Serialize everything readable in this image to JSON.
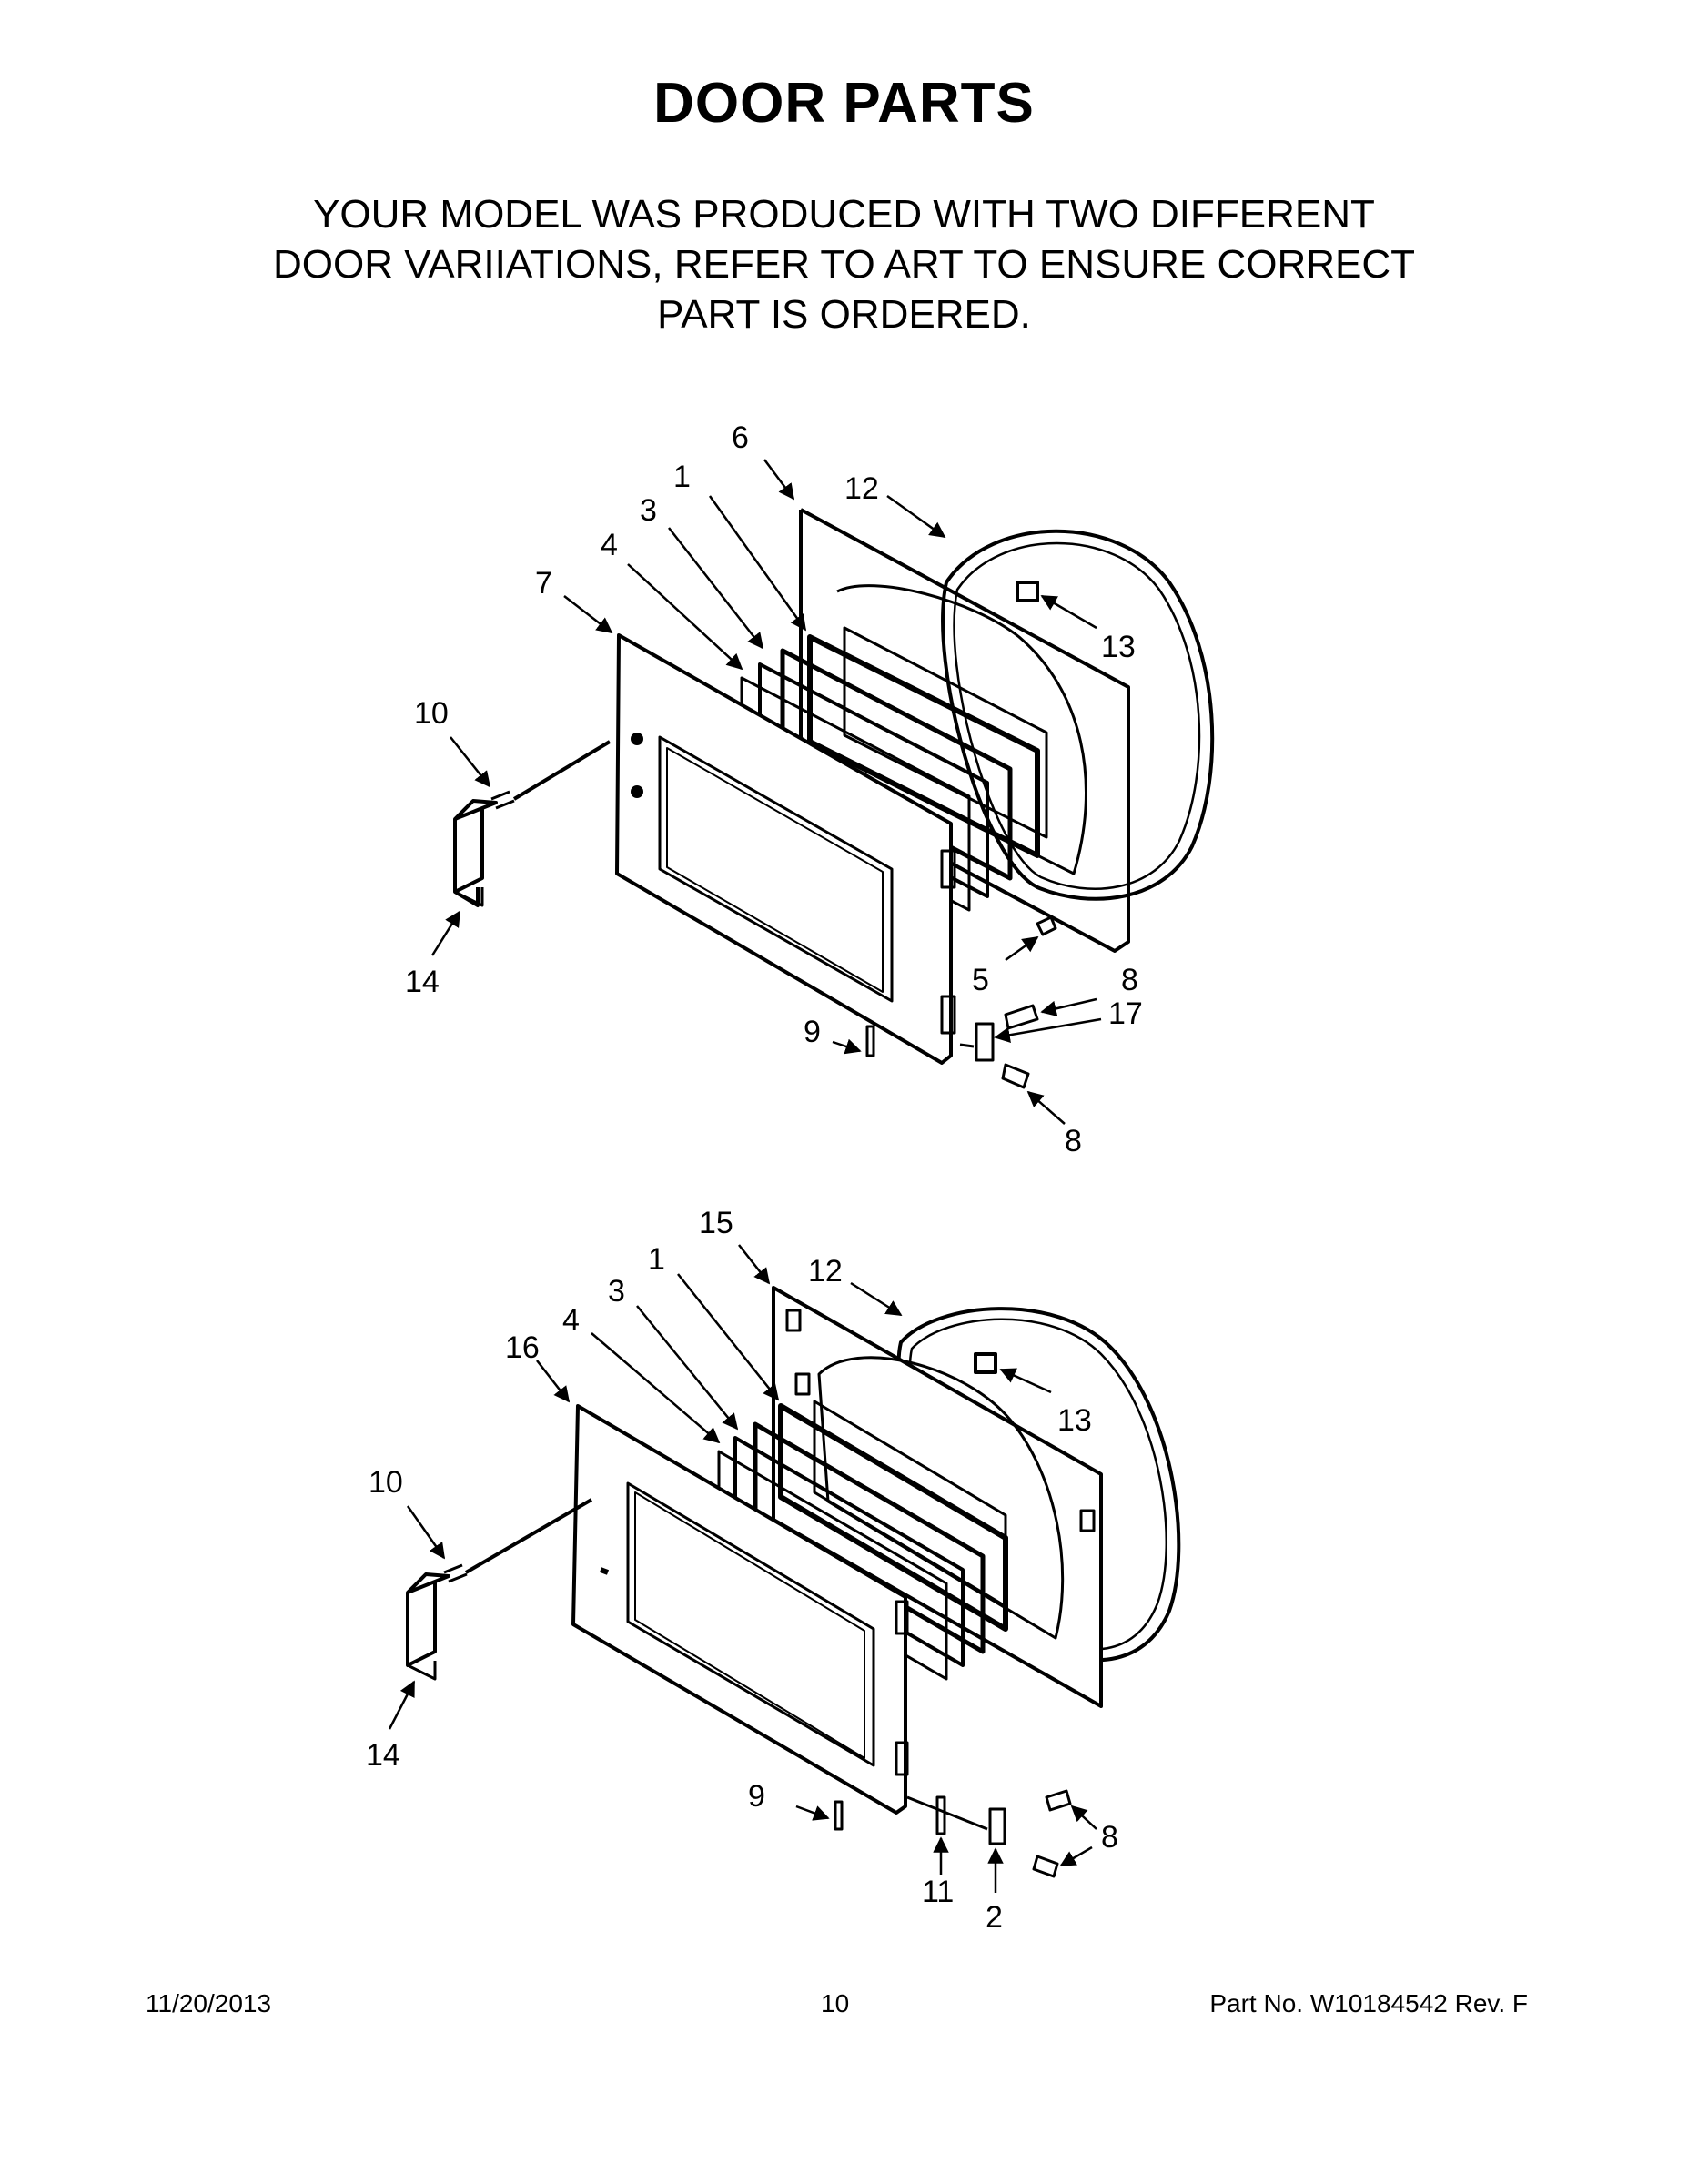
{
  "title": "DOOR  PARTS",
  "notice": {
    "line1": "YOUR MODEL WAS PRODUCED WITH TWO DIFFERENT",
    "line2": "DOOR VARIIATIONS, REFER TO ART TO ENSURE CORRECT",
    "line3": "PART IS ORDERED."
  },
  "upper_diagram": {
    "labels": [
      "6",
      "12",
      "1",
      "3",
      "4",
      "7",
      "13",
      "10",
      "14",
      "5",
      "8",
      "17",
      "9",
      "8"
    ]
  },
  "lower_diagram": {
    "labels": [
      "15",
      "12",
      "1",
      "3",
      "4",
      "16",
      "13",
      "10",
      "14",
      "9",
      "8",
      "11",
      "2"
    ]
  },
  "footer": {
    "date": "11/20/2013",
    "page": "10",
    "part_no": "Part No.  W10184542   Rev.  F"
  }
}
